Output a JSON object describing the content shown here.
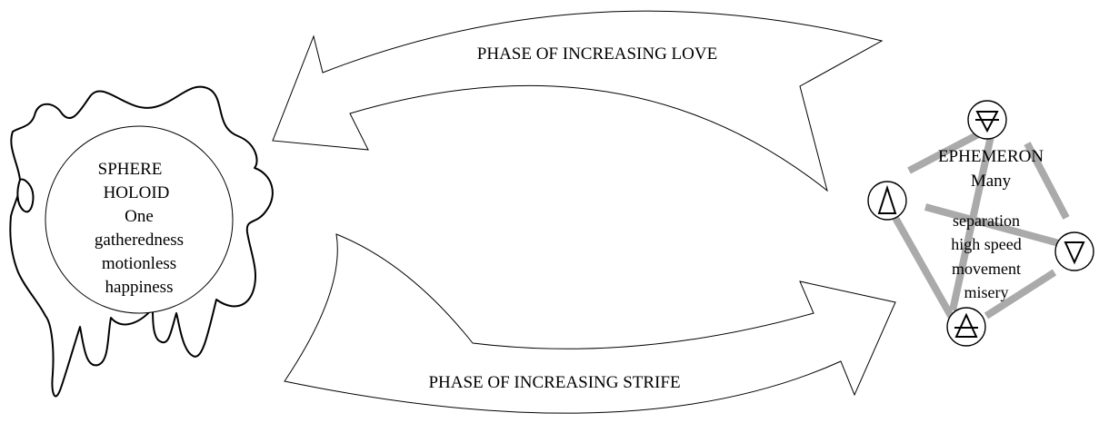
{
  "arrows": {
    "love_label": "PHASE OF INCREASING LOVE",
    "strife_label": "PHASE OF INCREASING STRIFE"
  },
  "sphere": {
    "lines": [
      "SPHERE",
      "HOLOID",
      "One",
      "gatheredness",
      "motionless",
      "happiness"
    ]
  },
  "ephemeron": {
    "title": "EPHEMERON",
    "subtitle": "Many",
    "lines": [
      "separation",
      "high speed",
      "movement",
      "misery"
    ]
  },
  "elements": [
    {
      "name": "earth-symbol",
      "icon": "triangle-down-with-bar"
    },
    {
      "name": "fire-symbol",
      "icon": "triangle-up"
    },
    {
      "name": "water-symbol",
      "icon": "triangle-down"
    },
    {
      "name": "air-symbol",
      "icon": "triangle-up-with-bar"
    }
  ],
  "colors": {
    "line": "#000000",
    "connector": "#aaaaaa",
    "background": "#ffffff"
  }
}
